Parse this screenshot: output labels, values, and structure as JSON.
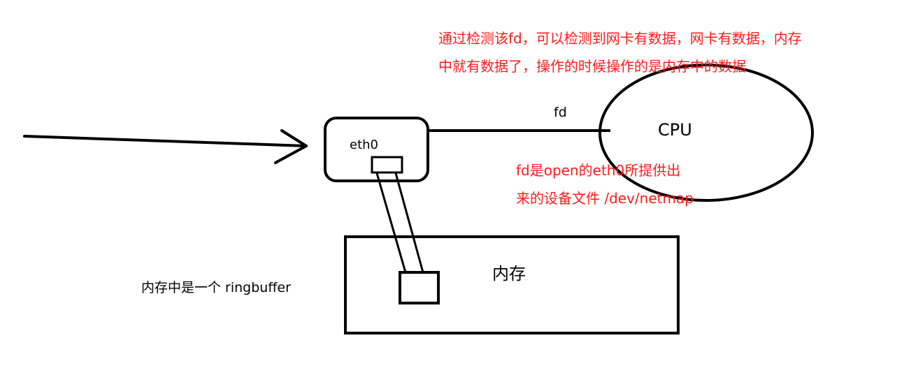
{
  "labels": {
    "eth0": "eth0",
    "fd": "fd",
    "cpu": "CPU",
    "memory": "内存",
    "ringbuffer_note": "内存中是一个  ringbuffer"
  },
  "notes": {
    "top_line1": "通过检测该fd，可以检测到网卡有数据，网卡有数据，内存",
    "top_line2": "中就有数据了，操作的时候操作的是内存中的数据",
    "fd_line1": "fd是open的eth0所提供出",
    "fd_line2": "来的设备文件   /dev/netmap"
  },
  "colors": {
    "stroke": "#000000",
    "annotation": "#ff1a1a"
  }
}
